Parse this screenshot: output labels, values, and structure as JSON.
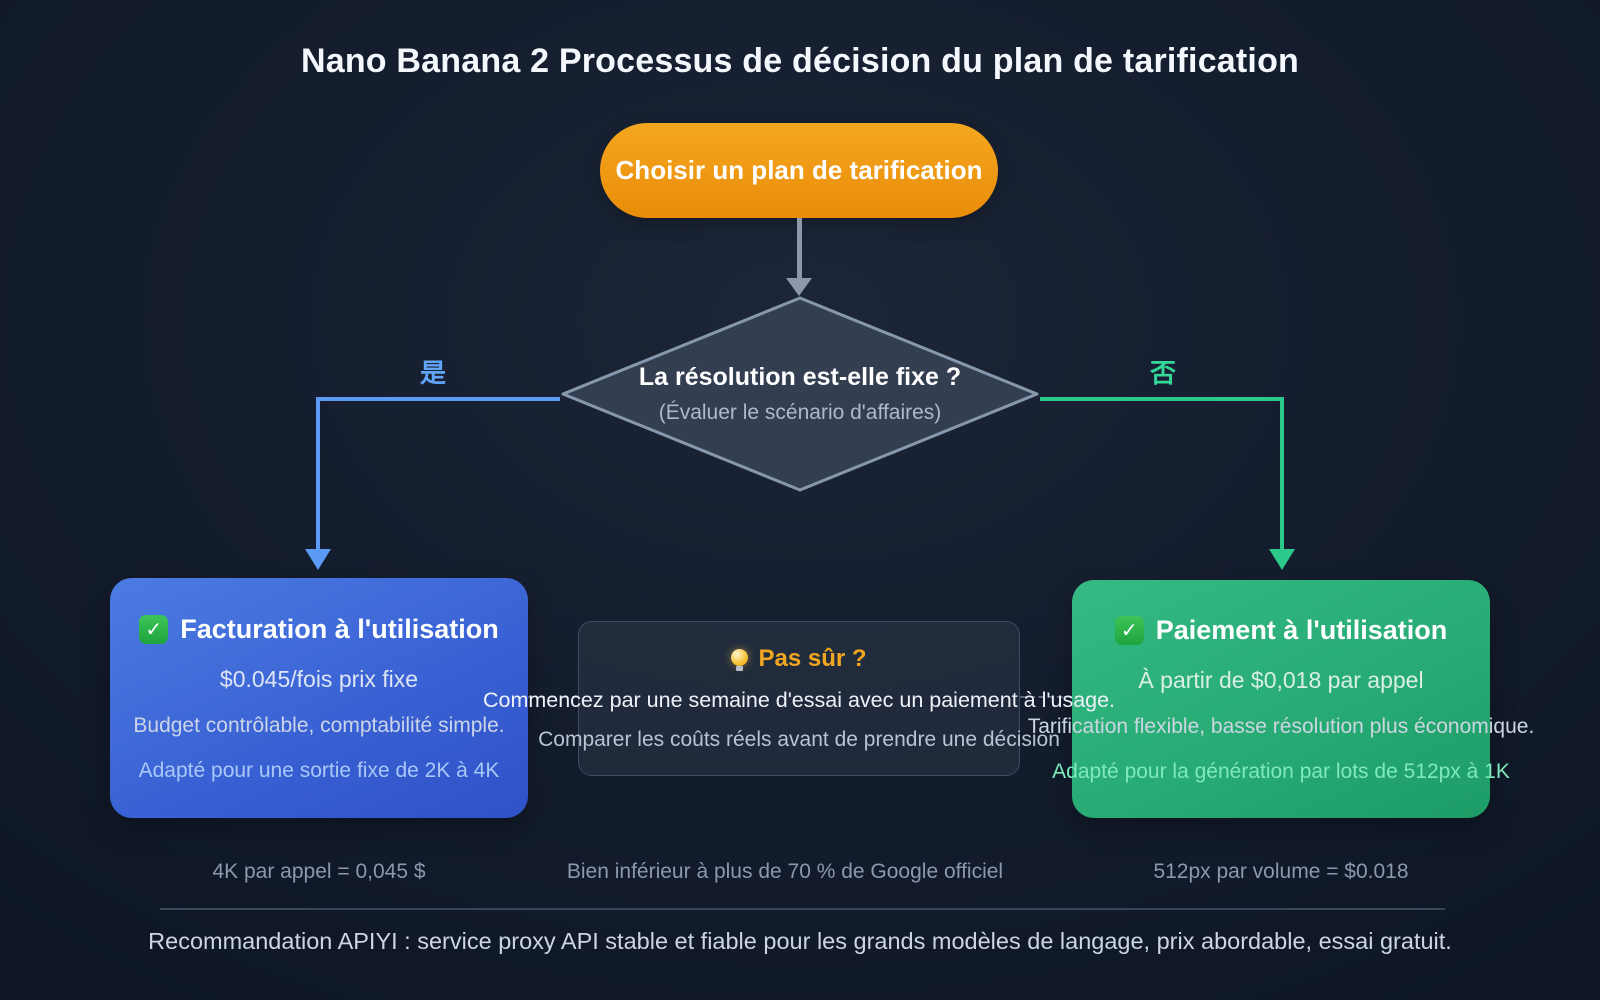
{
  "title": "Nano Banana 2 Processus de décision du plan de tarification",
  "start_node": {
    "label": "Choisir un plan de tarification"
  },
  "decision_node": {
    "question": "La résolution est-elle fixe ?",
    "subtitle": "(Évaluer le scénario d'affaires)"
  },
  "branches": {
    "yes_label": "是",
    "no_label": "否"
  },
  "fixed_plan": {
    "title": "Facturation à l'utilisation",
    "price": "$0.045/fois prix fixe",
    "description": "Budget contrôlable, comptabilité simple.",
    "suited": "Adapté pour une sortie fixe de 2K à 4K",
    "footnote": "4K par appel = 0,045 $"
  },
  "usage_plan": {
    "title": "Paiement à l'utilisation",
    "price": "À partir de $0,018 par appel",
    "description": "Tarification flexible, basse résolution plus économique.",
    "suited": "Adapté pour la génération par lots de 512px à 1K",
    "footnote": "512px par volume = $0.018"
  },
  "unsure_node": {
    "title": "Pas sûr ?",
    "line1": "Commencez par une semaine d'essai avec un paiement à l'usage.",
    "line2": "Comparer les coûts réels avant de prendre une décision",
    "footnote": "Bien inférieur à plus de 70 % de Google officiel"
  },
  "footer": {
    "recommendation": "Recommandation APIYI : service proxy API stable et fiable pour les grands modèles de langage, prix abordable, essai gratuit."
  },
  "colors": {
    "start_fill": "#ee9510",
    "yes_branch": "#5b9bf5",
    "no_branch": "#2bc98a",
    "fixed_box": "#3a62d4",
    "usage_box": "#28ab75",
    "unsure_accent": "#f2a51f",
    "background": "#141d2e"
  }
}
